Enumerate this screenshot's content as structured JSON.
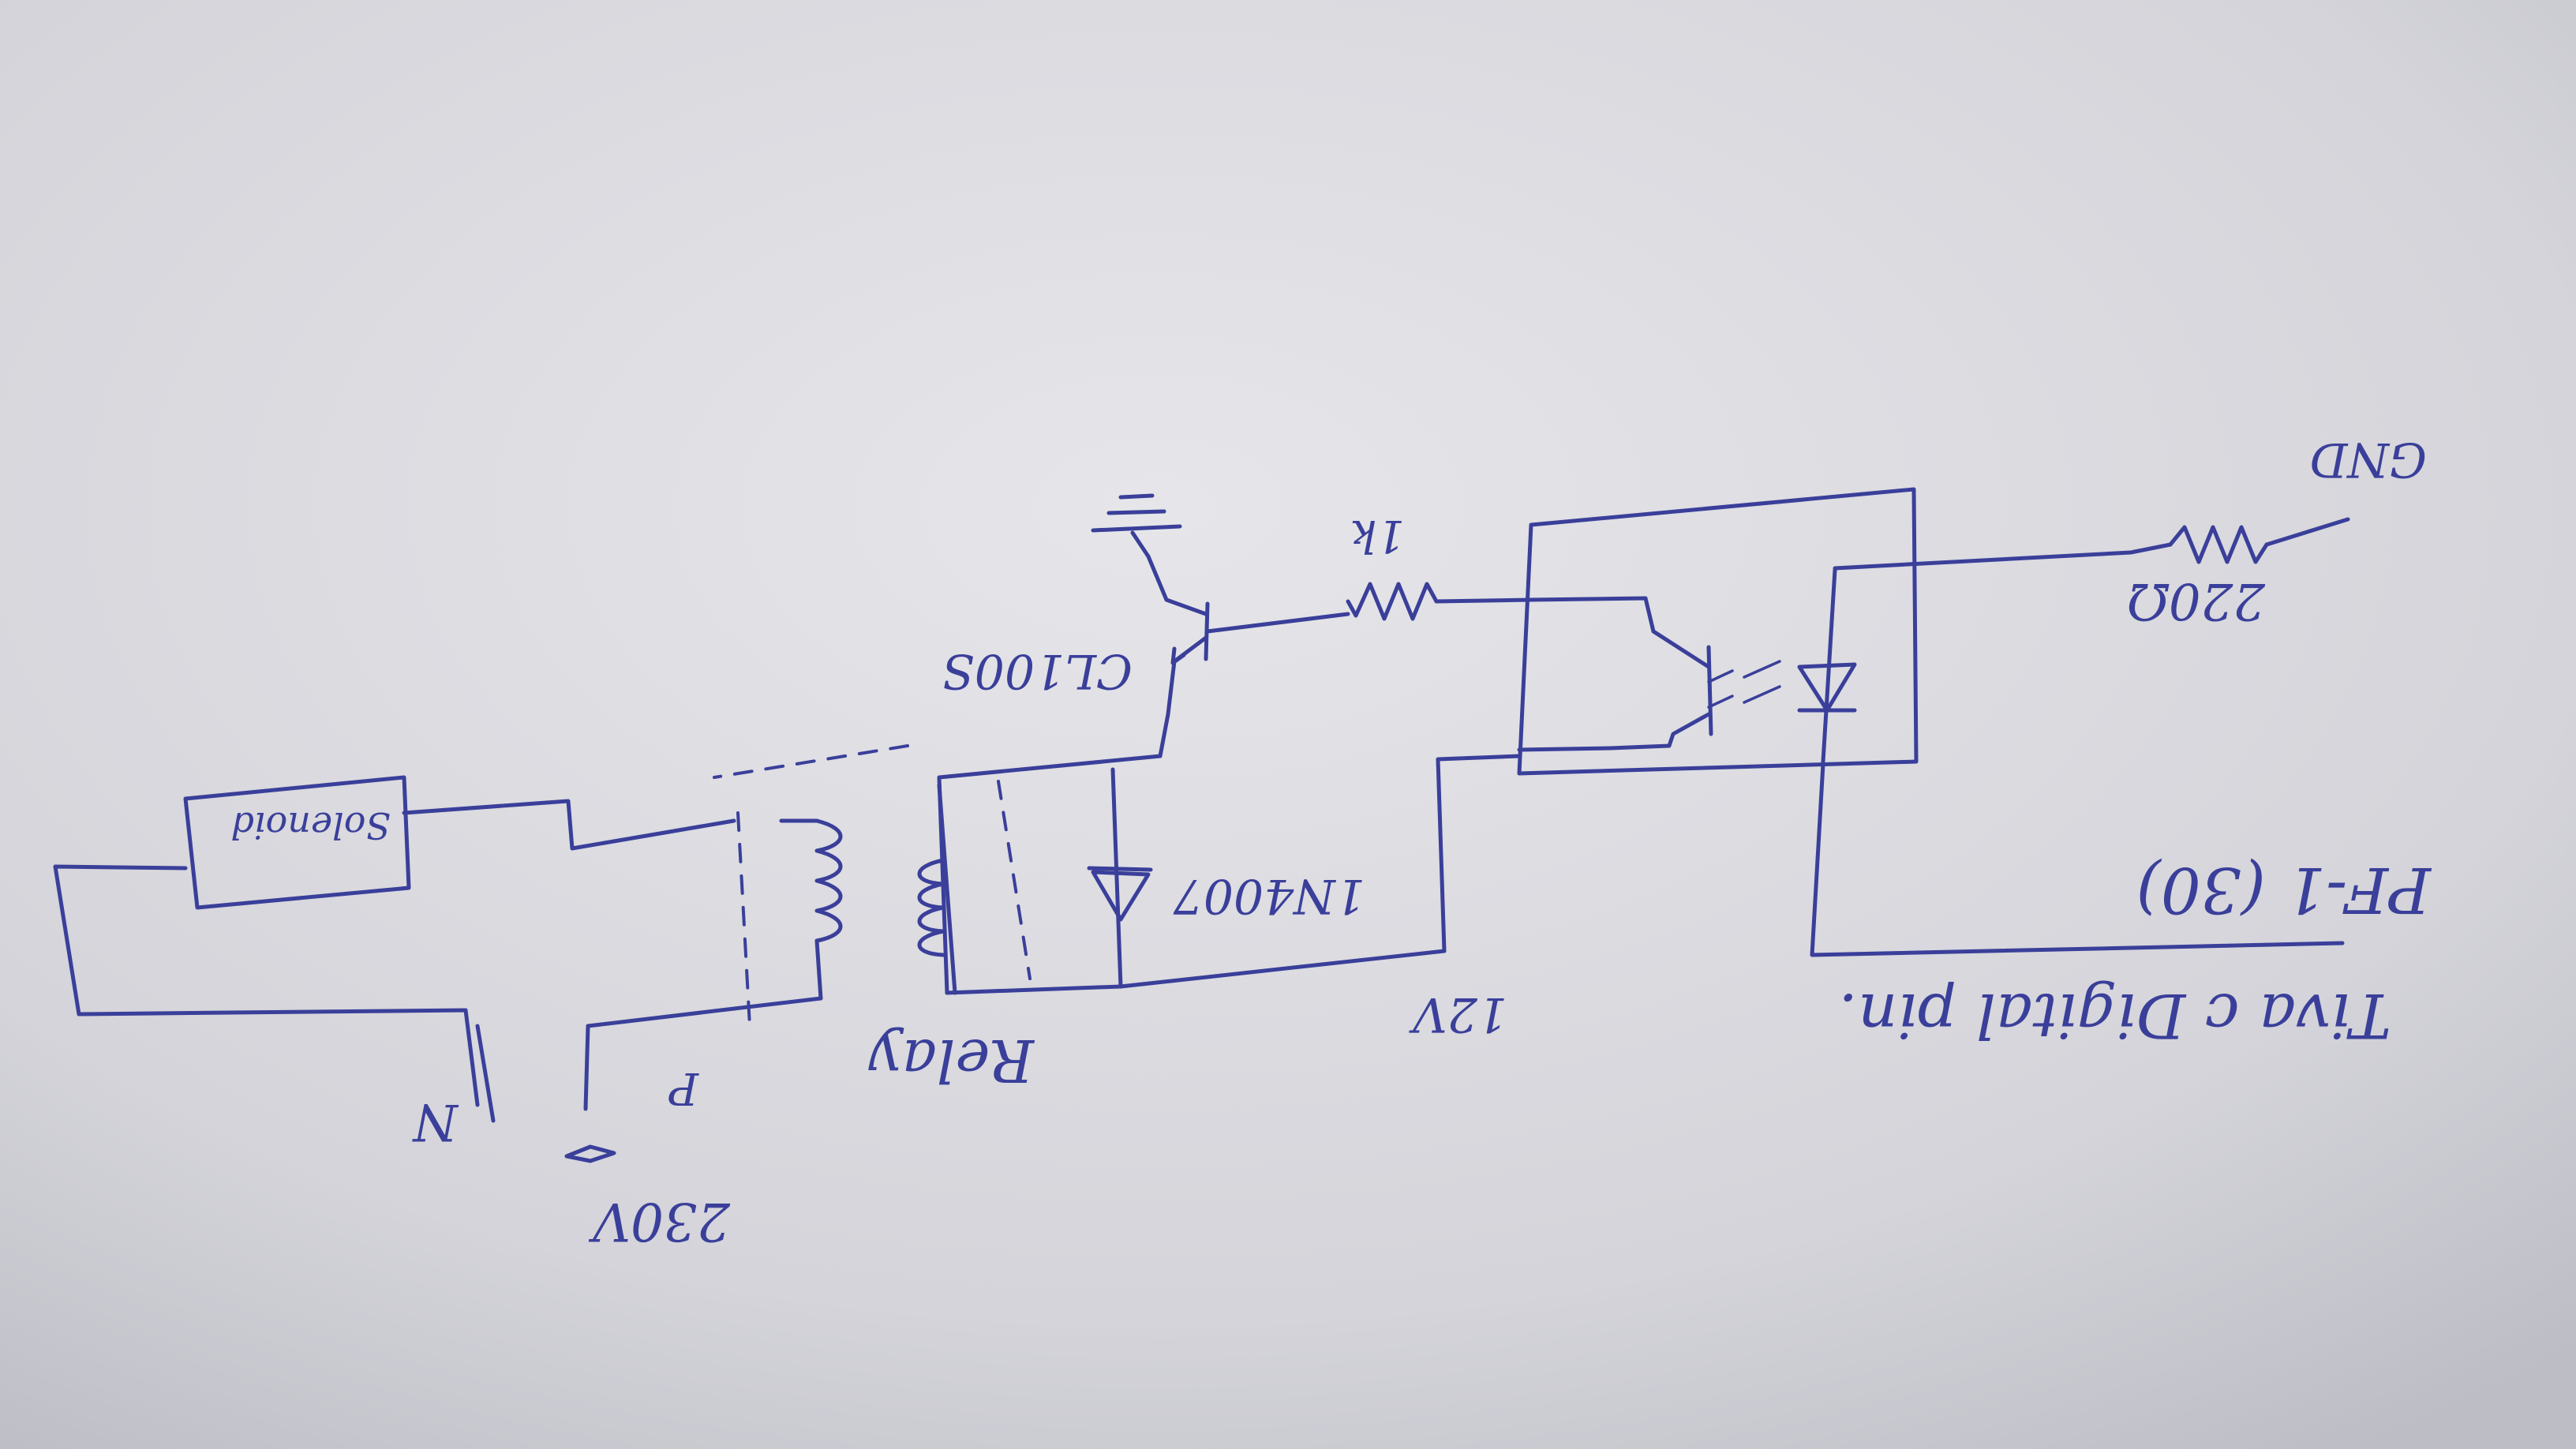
{
  "labels": {
    "gnd": "GND",
    "r_220": "220Ω",
    "r_1k": "1k",
    "transistor": "CL100S",
    "diode": "1N4007",
    "supply_12v": "12V",
    "port_pin": "PF-1 (30)",
    "caption": "Tiva c Digital pin.",
    "relay": "Relay",
    "solenoid": "Solenoid",
    "mains": "230V",
    "neutral": "N",
    "phase": "P"
  },
  "colors": {
    "ink": "#3a3f9a",
    "paper": "#d9d9df"
  }
}
